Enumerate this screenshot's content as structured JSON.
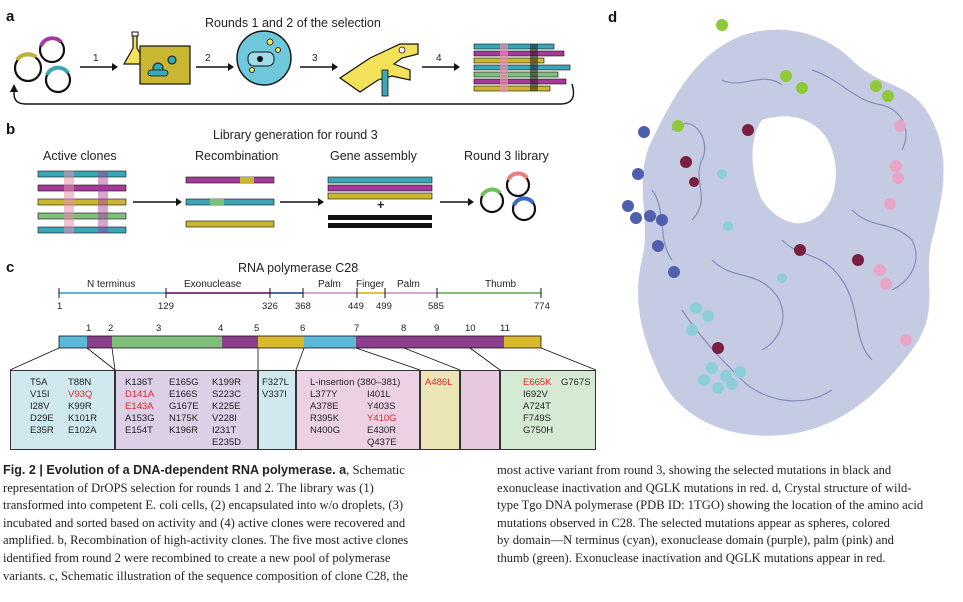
{
  "panel_a": {
    "label": "a",
    "title": "Rounds 1 and 2 of the selection",
    "steps": [
      "1",
      "2",
      "3",
      "4"
    ]
  },
  "panel_b": {
    "label": "b",
    "title": "Library generation for round 3",
    "stages": [
      "Active clones",
      "Recombination",
      "Gene assembly",
      "Round 3 library"
    ],
    "plus": "+"
  },
  "panel_c": {
    "label": "c",
    "title": "RNA polymerase C28",
    "domains": [
      "N terminus",
      "Exonuclease",
      "Palm",
      "Finger",
      "Palm",
      "Thumb"
    ],
    "positions": [
      "1",
      "129",
      "326",
      "368",
      "449",
      "499",
      "585",
      "774"
    ],
    "segments": [
      "1",
      "2",
      "3",
      "4",
      "5",
      "6",
      "7",
      "8",
      "9",
      "10",
      "11"
    ],
    "box1": {
      "col1": [
        "T5A",
        "V15I",
        "I28V",
        "D29E",
        "E35R"
      ],
      "col2a": "T88N",
      "col2red": "V93Q",
      "col2b": [
        "K99R",
        "K101R",
        "E102A"
      ]
    },
    "box2": {
      "col1a": "K136T",
      "col1red": [
        "D141A",
        "E143A"
      ],
      "col1b": [
        "A153G",
        "E154T"
      ],
      "col2": [
        "E165G",
        "E166S",
        "G167E",
        "N175K",
        "K196R"
      ],
      "col3": [
        "K199R",
        "S223C",
        "K225E",
        "V228I",
        "I231T",
        "E235D"
      ]
    },
    "box3": {
      "col1": [
        "F327L",
        "V337I"
      ]
    },
    "box4": {
      "header": "L-insertion (380–381)",
      "col1": [
        "L377Y",
        "A378E",
        "R395K",
        "N400G"
      ],
      "col2a": [
        "I401L",
        "Y403S"
      ],
      "col2red": "Y410G",
      "col2b": [
        "E430R",
        "Q437E"
      ]
    },
    "box5": {
      "red": "A486L"
    },
    "box6": {
      "col1red": "E665K",
      "col1": [
        "I692V",
        "A724T",
        "F749S",
        "G750H"
      ],
      "col2": "G767S"
    }
  },
  "panel_d": {
    "label": "d"
  },
  "caption_left": {
    "head": "Fig. 2 | Evolution of a DNA-dependent RNA polymerase. a",
    "lines": [
      ", Schematic",
      "representation of DrOPS selection for rounds 1 and 2. The library was (1)",
      "transformed into competent E. coli cells, (2) encapsulated into w/o droplets, (3)",
      "incubated and sorted based on activity and (4) active clones were recovered and",
      "amplified. b, Recombination of high-activity clones. The five most active clones",
      "identified from round 2 were recombined to create a new pool of polymerase",
      "variants. c, Schematic illustration of the sequence composition of clone C28, the"
    ]
  },
  "caption_right": {
    "lines": [
      "most active variant from round 3, showing the selected mutations in black and",
      "exonuclease inactivation and QGLK mutations in red. d, Crystal structure of wild-",
      "type Tgo DNA polymerase (PDB ID: 1TGO) showing the location of the amino acid",
      "mutations observed in C28. The selected mutations appear as spheres, colored",
      "by domain—N terminus (cyan), exonuclease domain (purple), palm (pink) and",
      "thumb (green). Exonuclease inactivation and QGLK mutations appear in red."
    ]
  },
  "colors": {
    "n_terminus": "#5ab8d8",
    "exonuclease": "#8c3f8c",
    "palm": "#d7a9cf",
    "finger": "#e8c33a",
    "thumb": "#7fbf7a",
    "mutation_red": "#e0262b",
    "protein": "#a9b0d6"
  }
}
